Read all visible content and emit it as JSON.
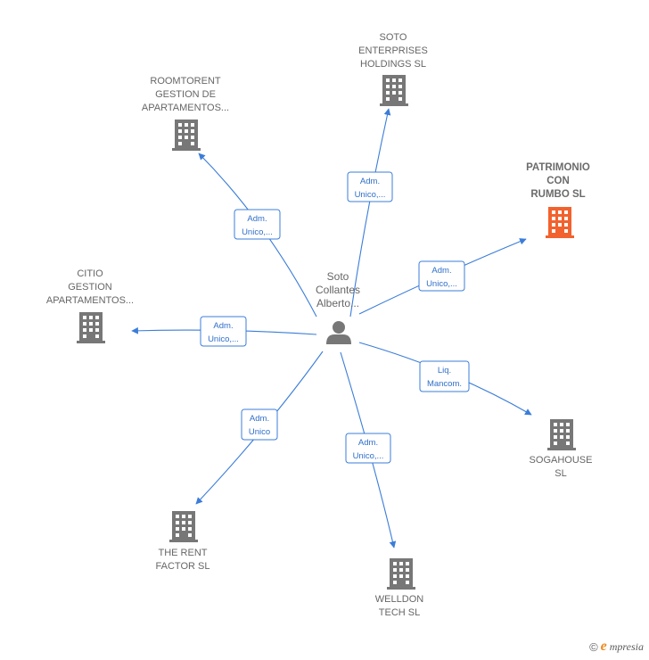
{
  "center": {
    "label_lines": [
      "Soto",
      "Collantes",
      "Alberto..."
    ],
    "icon": "person-icon"
  },
  "companies": [
    {
      "id": "soto-enterprises",
      "label_lines": [
        "SOTO",
        "ENTERPRISES",
        "HOLDINGS  SL"
      ],
      "edge_label": [
        "Adm.",
        "Unico,..."
      ],
      "highlight": false,
      "icon": "building-icon"
    },
    {
      "id": "roomtorent",
      "label_lines": [
        "ROOMTORENT",
        "GESTION DE",
        "APARTAMENTOS..."
      ],
      "edge_label": [
        "Adm.",
        "Unico,..."
      ],
      "highlight": false,
      "icon": "building-icon"
    },
    {
      "id": "patrimonio",
      "label_lines": [
        "PATRIMONIO",
        "CON",
        "RUMBO  SL"
      ],
      "edge_label": [
        "Adm.",
        "Unico,..."
      ],
      "highlight": true,
      "icon": "building-icon"
    },
    {
      "id": "citio",
      "label_lines": [
        "CITIO",
        "GESTION",
        "APARTAMENTOS..."
      ],
      "edge_label": [
        "Adm.",
        "Unico,..."
      ],
      "highlight": false,
      "icon": "building-icon"
    },
    {
      "id": "sogahouse",
      "label_lines": [
        "SOGAHOUSE",
        "SL"
      ],
      "edge_label": [
        "Liq.",
        "Mancom."
      ],
      "highlight": false,
      "icon": "building-icon"
    },
    {
      "id": "the-rent-factor",
      "label_lines": [
        "THE RENT",
        "FACTOR  SL"
      ],
      "edge_label": [
        "Adm.",
        "Unico"
      ],
      "highlight": false,
      "icon": "building-icon"
    },
    {
      "id": "welldon",
      "label_lines": [
        "WELLDON",
        "TECH  SL"
      ],
      "edge_label": [
        "Adm.",
        "Unico,..."
      ],
      "highlight": false,
      "icon": "building-icon"
    }
  ],
  "colors": {
    "edge": "#3b7dd8",
    "building": "#777777",
    "building_highlight": "#f2622e",
    "person": "#777777"
  },
  "footer": {
    "copyright": "©",
    "brand_initial": "e",
    "brand_rest": "mpresia"
  }
}
